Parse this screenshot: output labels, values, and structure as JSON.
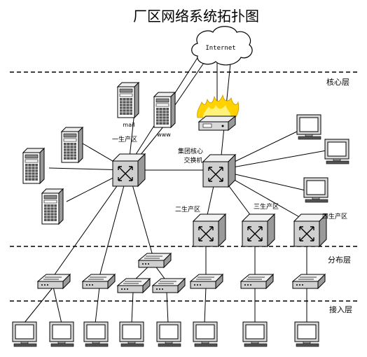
{
  "title": "厂区网络系统拓扑图",
  "cloud_label": "Internet",
  "layers": {
    "core": "核心层",
    "distribution": "分布层",
    "access": "接入层"
  },
  "labels": {
    "mail": "mail",
    "www": "www",
    "zone1": "一生产区",
    "core_switch_line1": "集团核心",
    "core_switch_line2": "交换机",
    "zone2": "二生产区",
    "zone3": "三生产区",
    "zone4": "四生产区"
  },
  "colors": {
    "line": "#000000",
    "flame_outer": "#ffd200",
    "flame_inner": "#fff27a",
    "device_fill": "#e6e6e6",
    "screen": "#ffffff"
  }
}
